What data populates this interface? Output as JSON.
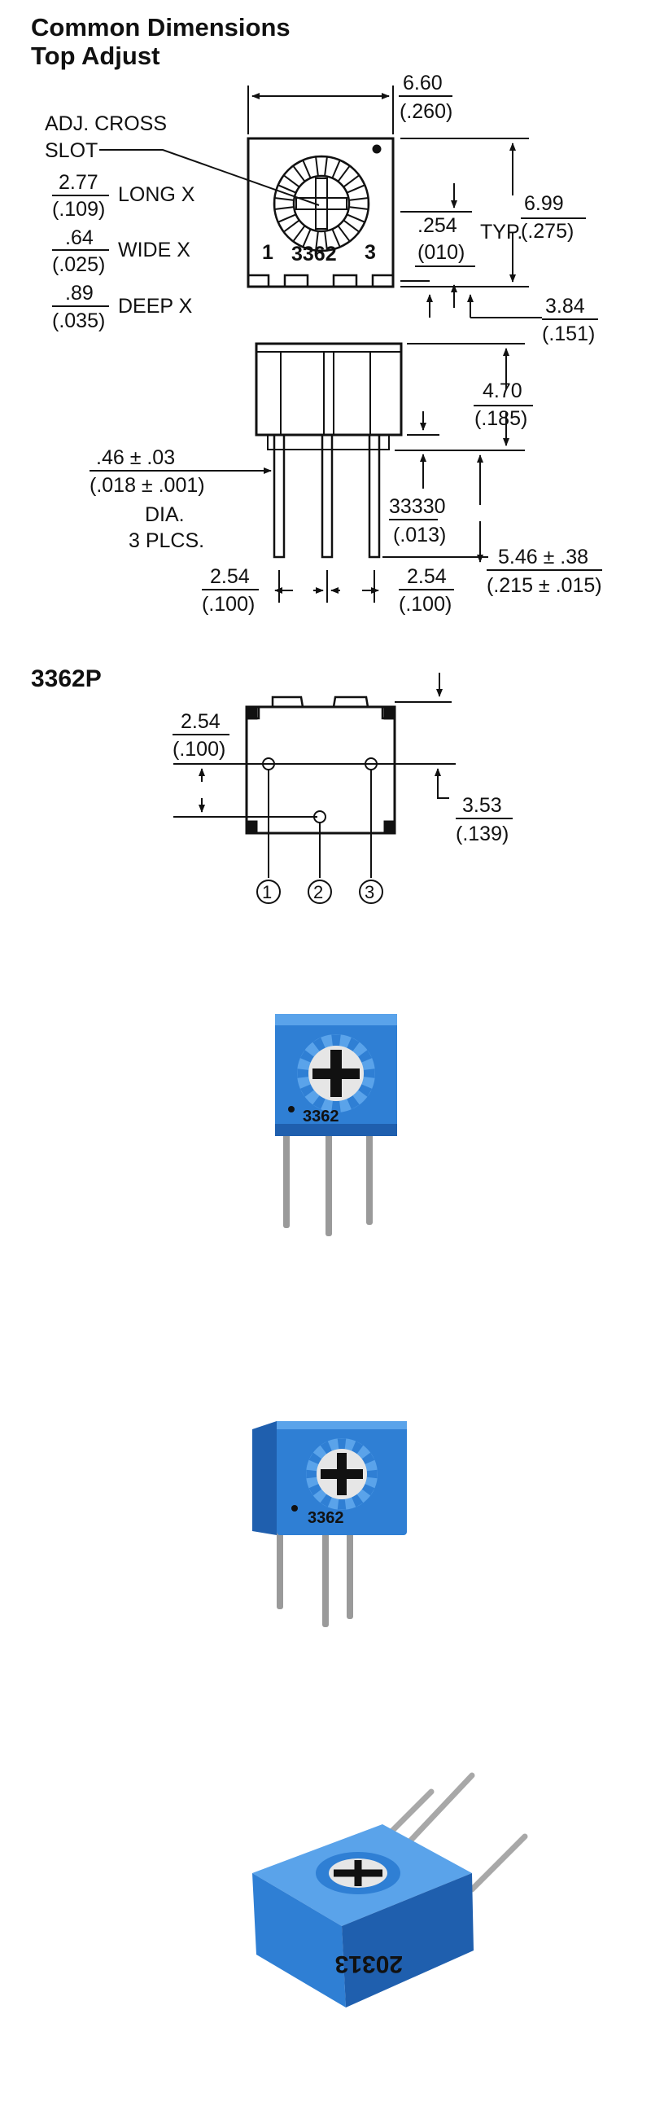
{
  "header": {
    "title_line1": "Common Dimensions",
    "title_line2": "Top Adjust"
  },
  "top_adjust": {
    "width_mm": "6.60",
    "width_in": "(.260)",
    "adj_cross_label": "ADJ. CROSS",
    "slot_label": "SLOT",
    "long_mm": "2.77",
    "long_in": "(.109)",
    "long_label": "LONG X",
    "wide_mm": ".64",
    "wide_in": "(.025)",
    "wide_label": "WIDE X",
    "deep_mm": ".89",
    "deep_in": "(.035)",
    "deep_label": "DEEP X",
    "typ_mm": ".254",
    "typ_in": "(010)",
    "typ_label": "TYP.",
    "height_mm": "6.99",
    "height_in": "(.275)",
    "standoff_mm": "3.84",
    "standoff_in": "(.151)",
    "body_mm": "4.70",
    "body_in": "(.185)",
    "pin_dia_mm": ".46 ± .03",
    "pin_dia_in": "(.018 ± .001)",
    "dia_label": "DIA.",
    "plcs_label": "3 PLCS.",
    "pin_off_mm": "33330",
    "pin_off_in": "(.013)",
    "pin_len_mm": "5.46 ± .38",
    "pin_len_in": "(.215 ± .015)",
    "pitch_left_mm": "2.54",
    "pitch_left_in": "(.100)",
    "pitch_right_mm": "2.54",
    "pitch_right_in": "(.100)",
    "part_number": "3362",
    "pin1": "1",
    "pin3": "3"
  },
  "model_3362p": {
    "title": "3362P",
    "pitch_mm": "2.54",
    "pitch_in": "(.100)",
    "row_mm": "3.53",
    "row_in": "(.139)",
    "pin_labels": [
      "1",
      "2",
      "3"
    ]
  },
  "photos": {
    "part_marking": "3362",
    "side_marking": "3362",
    "bottom_marking": "20313",
    "body_color": "#2f7fd4",
    "body_dark": "#1f5fae",
    "body_light": "#5aa3ea",
    "pin_color": "#9a9a9a"
  }
}
